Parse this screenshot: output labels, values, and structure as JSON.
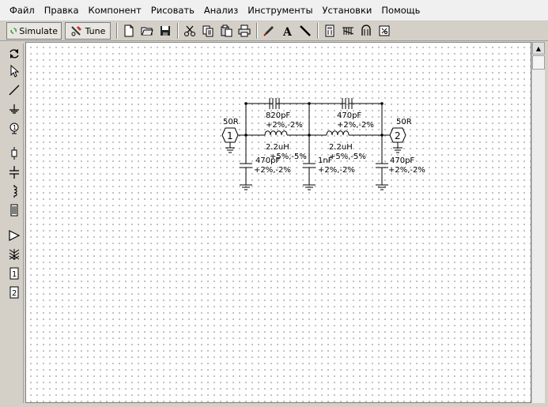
{
  "menu": {
    "items": [
      "Файл",
      "Правка",
      "Компонент",
      "Рисовать",
      "Анализ",
      "Инструменты",
      "Установки",
      "Помощь"
    ]
  },
  "toolbar": {
    "simulate_label": "Simulate",
    "tune_label": "Tune"
  },
  "circuit": {
    "port1": {
      "number": "1",
      "impedance": "50R"
    },
    "port2": {
      "number": "2",
      "impedance": "50R"
    },
    "c_series1": {
      "value": "820pF",
      "tolerance": "+2%,-2%"
    },
    "c_series2": {
      "value": "470pF",
      "tolerance": "+2%,-2%"
    },
    "l1": {
      "value": "2.2uH",
      "tolerance": "+5%,-5%"
    },
    "l2": {
      "value": "2.2uH",
      "tolerance": "+5%,-5%"
    },
    "c_shunt1": {
      "value": "470pF",
      "tolerance": "+2%,-2%"
    },
    "c_shunt2": {
      "value": "1nF",
      "tolerance": "+2%,-2%"
    },
    "c_shunt3": {
      "value": "470pF",
      "tolerance": "+2%,-2%"
    }
  },
  "colors": {
    "window_bg": "#d4d0c8",
    "canvas_bg": "#ffffff",
    "simulate_icon": "#1e9e3a"
  }
}
